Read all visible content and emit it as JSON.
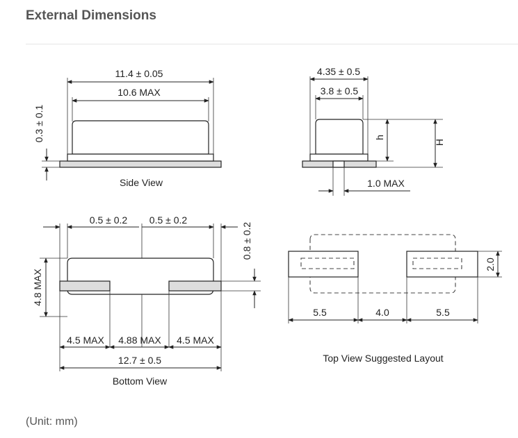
{
  "section": {
    "title": "External Dimensions",
    "unit_note": "(Unit: mm)"
  },
  "side_view": {
    "caption": "Side View",
    "overall_length": "11.4 ± 0.05",
    "body_length": "10.6 MAX",
    "base_thickness": "0.3 ± 0.1"
  },
  "end_view": {
    "overall_width": "4.35 ± 0.5",
    "body_width": "3.8 ± 0.5",
    "body_height_label": "h",
    "total_height_label": "H",
    "lead_width": "1.0 MAX"
  },
  "bottom_view": {
    "caption": "Bottom View",
    "lead_gap_left": "0.5 ± 0.2",
    "lead_gap_right": "0.5 ± 0.2",
    "lead_width": "0.8 ± 0.2",
    "body_height": "4.8 MAX",
    "lead_length_left": "4.5 MAX",
    "center_gap": "4.88 MAX",
    "lead_length_right": "4.5 MAX",
    "overall_length": "12.7 ± 0.5"
  },
  "layout_view": {
    "caption": "Top View Suggested Layout",
    "pad_length_left": "5.5",
    "pad_gap": "4.0",
    "pad_length_right": "5.5",
    "pad_height": "2.0"
  }
}
